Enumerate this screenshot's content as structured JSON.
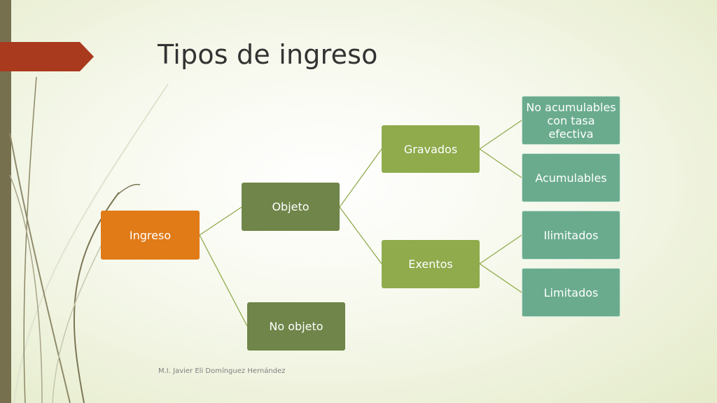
{
  "slide": {
    "title": "Tipos de ingreso",
    "footer": "M.I. Javier Eli Domínguez Hernández"
  },
  "colors": {
    "sidebar": "#77704f",
    "title_arrow": "#a93a1d",
    "root": "#e07b18",
    "level1": "#6f8549",
    "level2": "#8fab4c",
    "level3": "#6aab8e",
    "connector": "#8fab4c"
  },
  "diagram": {
    "root": "Ingreso",
    "objeto": "Objeto",
    "no_objeto": "No objeto",
    "gravados": "Gravados",
    "exentos": "Exentos",
    "no_acumulables": "No acumulables con tasa efectiva",
    "acumulables": "Acumulables",
    "ilimitados": "Ilimitados",
    "limitados": "Limitados"
  }
}
